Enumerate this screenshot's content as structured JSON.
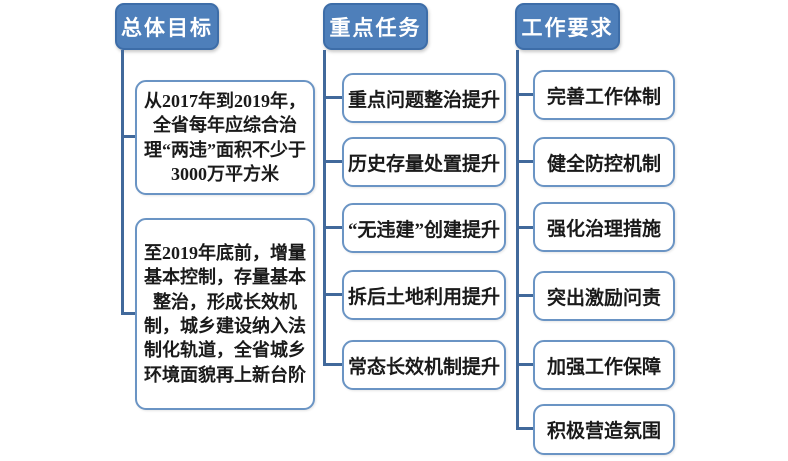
{
  "diagram": {
    "colors": {
      "header_fill": "#4e7fba",
      "header_border": "#3d6da8",
      "header_text": "#ffffff",
      "item_border": "#6a94c4",
      "item_fill": "#ffffff",
      "item_text": "#1a1a1a",
      "connector": "#41699b",
      "background": "#ffffff"
    },
    "columns": [
      {
        "title": "总体目标",
        "items": [
          {
            "text": "从2017年到2019年，全省每年应综合治理“两违”面积不少于3000万平方米"
          },
          {
            "text": "至2019年底前，增量基本控制，存量基本整治，形成长效机制，城乡建设纳入法制化轨道，全省城乡环境面貌再上新台阶"
          }
        ]
      },
      {
        "title": "重点任务",
        "items": [
          {
            "text": "重点问题整治提升"
          },
          {
            "text": "历史存量处置提升"
          },
          {
            "text": "“无违建”创建提升"
          },
          {
            "text": "拆后土地利用提升"
          },
          {
            "text": "常态长效机制提升"
          }
        ]
      },
      {
        "title": "工作要求",
        "items": [
          {
            "text": "完善工作体制"
          },
          {
            "text": "健全防控机制"
          },
          {
            "text": "强化治理措施"
          },
          {
            "text": "突出激励问责"
          },
          {
            "text": "加强工作保障"
          },
          {
            "text": "积极营造氛围"
          }
        ]
      }
    ]
  }
}
